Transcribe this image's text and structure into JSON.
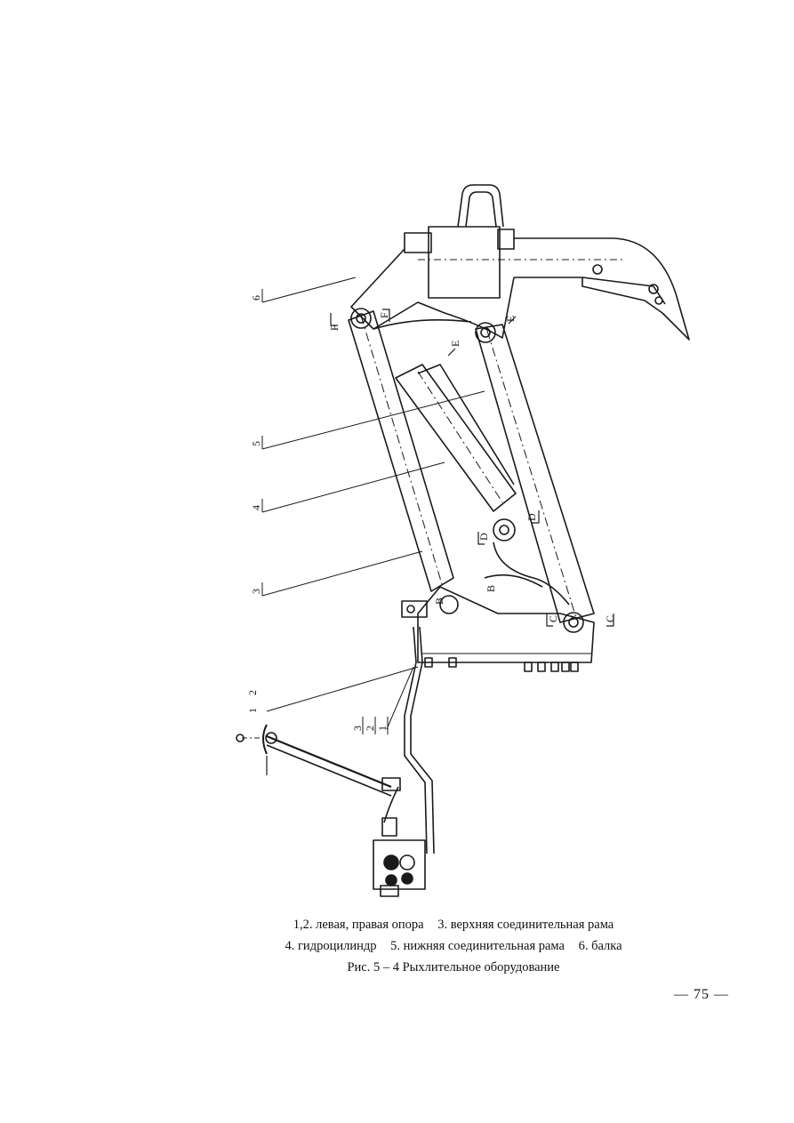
{
  "figure": {
    "callouts": [
      "6",
      "5",
      "4",
      "3",
      "2",
      "1",
      "3",
      "2",
      "1"
    ],
    "section_marks": [
      "F",
      "F",
      "E",
      "E",
      "D",
      "D",
      "C",
      "C",
      "B",
      "B"
    ]
  },
  "caption": {
    "line1": [
      "1,2. левая, правая опора",
      "3. верхняя соединительная рама"
    ],
    "line2": [
      "4. гидроцилиндр",
      "5. нижняя соединительная рама",
      "6. балка"
    ],
    "title": "Рис. 5 – 4 Рыхлительное оборудование"
  },
  "page_number": "— 75 —"
}
